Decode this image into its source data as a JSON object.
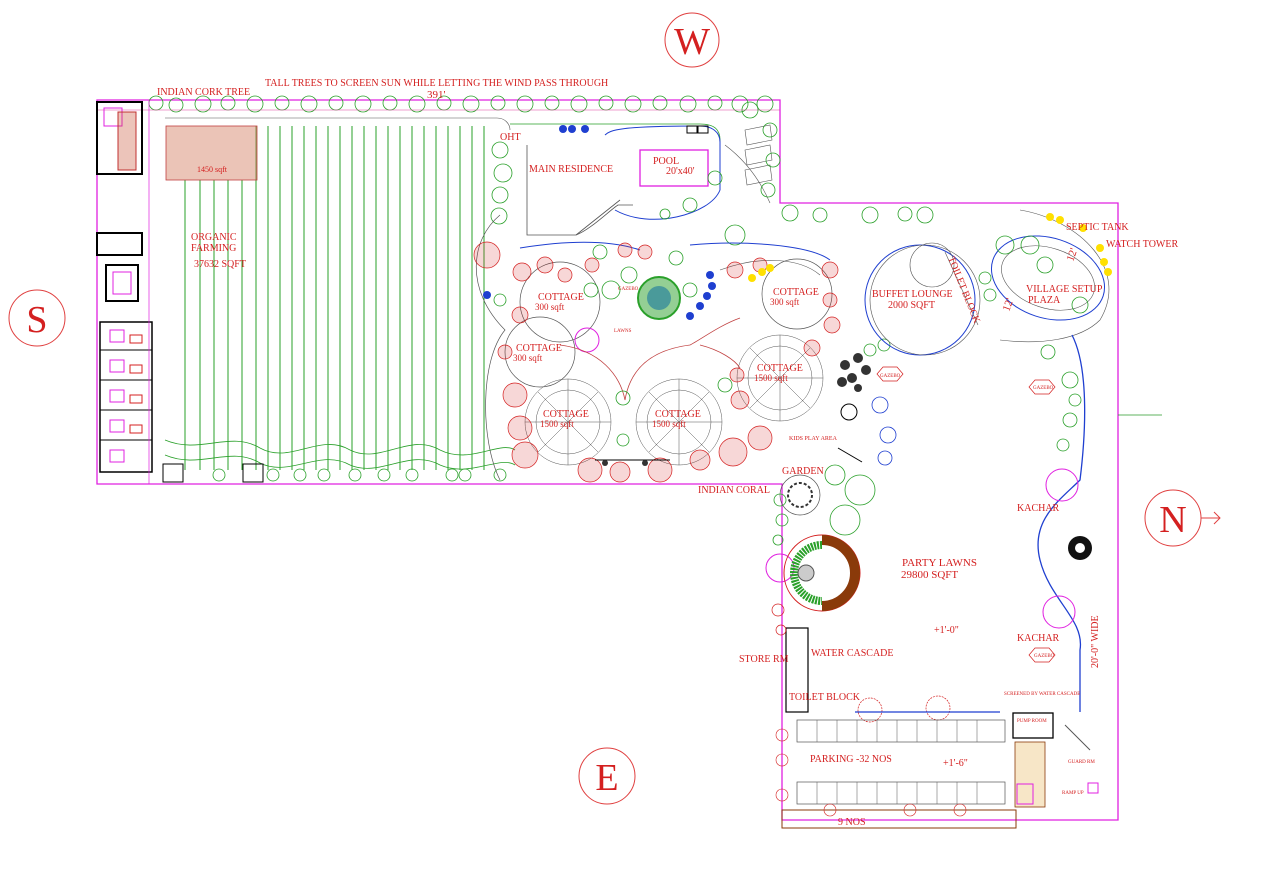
{
  "compass": {
    "west": "W",
    "south": "S",
    "north": "N",
    "east": "E"
  },
  "top_labels": {
    "indian_cork_tree": "INDIAN CORK TREE",
    "tall_trees": "TALL TREES TO SCREEN SUN WHILE LETTING THE WIND PASS THROUGH",
    "length": "391'"
  },
  "farm": {
    "title_line1": "ORGANIC",
    "title_line2": "FARMING",
    "area": "37632  SQFT",
    "shed_area": "1450 sqft"
  },
  "residence": {
    "oht": "OHT",
    "main": "MAIN RESIDENCE",
    "pool": "POOL",
    "pool_size": "20'x40'"
  },
  "cottages": [
    {
      "label": "COTTAGE",
      "area": "300 sqft"
    },
    {
      "label": "COTTAGE",
      "area": "300 sqft"
    },
    {
      "label": "COTTAGE",
      "area": "300 sqft"
    },
    {
      "label": "COTTAGE",
      "area": "1500 sqft"
    },
    {
      "label": "COTTAGE",
      "area": "1500 sqft"
    },
    {
      "label": "COTTAGE",
      "area": "1500 sqft"
    }
  ],
  "small_labels": {
    "gazebo": "GAZEBO",
    "lawns": "LAWNS",
    "kids_play": "KIDS PLAY AREA",
    "screened": "SCREENED BY WATER CASCADE",
    "pump_room": "PUMP ROOM",
    "guard_rm": "GUARD RM",
    "ramp_up": "RAMP UP"
  },
  "buffet": {
    "line1": "BUFFET LOUNGE",
    "line2": "2000  SQFT",
    "toilet": "TOILET BLOCK"
  },
  "village": {
    "septic": "SEPTIC TANK",
    "watch": "WATCH TOWER",
    "line1": "VILLAGE SETUP",
    "line2": "PLAZA",
    "dim1": "12'",
    "dim2": "12'"
  },
  "garden": {
    "garden": "GARDEN",
    "indian_coral": "INDIAN CORAL"
  },
  "party": {
    "line1": "PARTY LAWNS",
    "line2": "29800 SQFT",
    "level": "+1'-0\"",
    "kachar1": "KACHAR",
    "kachar2": "KACHAR",
    "road": "20'-0\" WIDE"
  },
  "service": {
    "store": "STORE RM",
    "cascade": "WATER CASCADE",
    "toilet": "TOILET BLOCK"
  },
  "parking": {
    "label": "PARKING -32 NOS",
    "level": "+1'-6\"",
    "nos": "9 NOS"
  }
}
